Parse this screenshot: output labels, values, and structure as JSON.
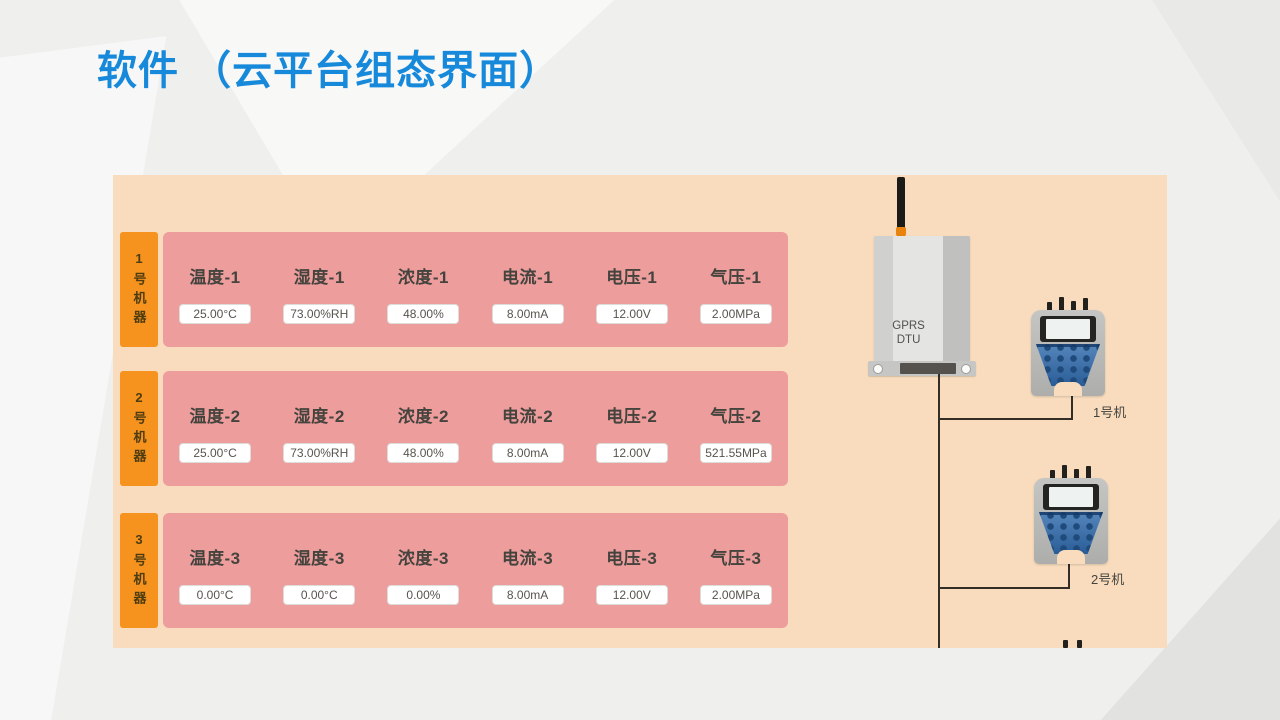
{
  "slide": {
    "title": "软件 （云平台组态界面）"
  },
  "machines": [
    {
      "tab": "1号机器",
      "sensors": [
        {
          "label": "温度-1",
          "value": "25.00°C"
        },
        {
          "label": "湿度-1",
          "value": "73.00%RH"
        },
        {
          "label": "浓度-1",
          "value": "48.00%"
        },
        {
          "label": "电流-1",
          "value": "8.00mA"
        },
        {
          "label": "电压-1",
          "value": "12.00V"
        },
        {
          "label": "气压-1",
          "value": "2.00MPa"
        }
      ]
    },
    {
      "tab": "2号机器",
      "sensors": [
        {
          "label": "温度-2",
          "value": "25.00°C"
        },
        {
          "label": "湿度-2",
          "value": "73.00%RH"
        },
        {
          "label": "浓度-2",
          "value": "48.00%"
        },
        {
          "label": "电流-2",
          "value": "8.00mA"
        },
        {
          "label": "电压-2",
          "value": "12.00V"
        },
        {
          "label": "气压-2",
          "value": "521.55MPa"
        }
      ]
    },
    {
      "tab": "3号机器",
      "sensors": [
        {
          "label": "温度-3",
          "value": "0.00°C"
        },
        {
          "label": "湿度-3",
          "value": "0.00°C"
        },
        {
          "label": "浓度-3",
          "value": "0.00%"
        },
        {
          "label": "电流-3",
          "value": "8.00mA"
        },
        {
          "label": "电压-3",
          "value": "12.00V"
        },
        {
          "label": "气压-3",
          "value": "2.00MPa"
        }
      ]
    }
  ],
  "diagram": {
    "dtu_label": "GPRS\nDTU",
    "device1_label": "1号机",
    "device2_label": "2号机"
  },
  "colors": {
    "title_blue": "#1789db",
    "panel_peach": "#f8dcbd",
    "row_pink": "#ee9d9d",
    "tab_orange": "#f6921e",
    "keypad_blue": "#2a5d97"
  }
}
